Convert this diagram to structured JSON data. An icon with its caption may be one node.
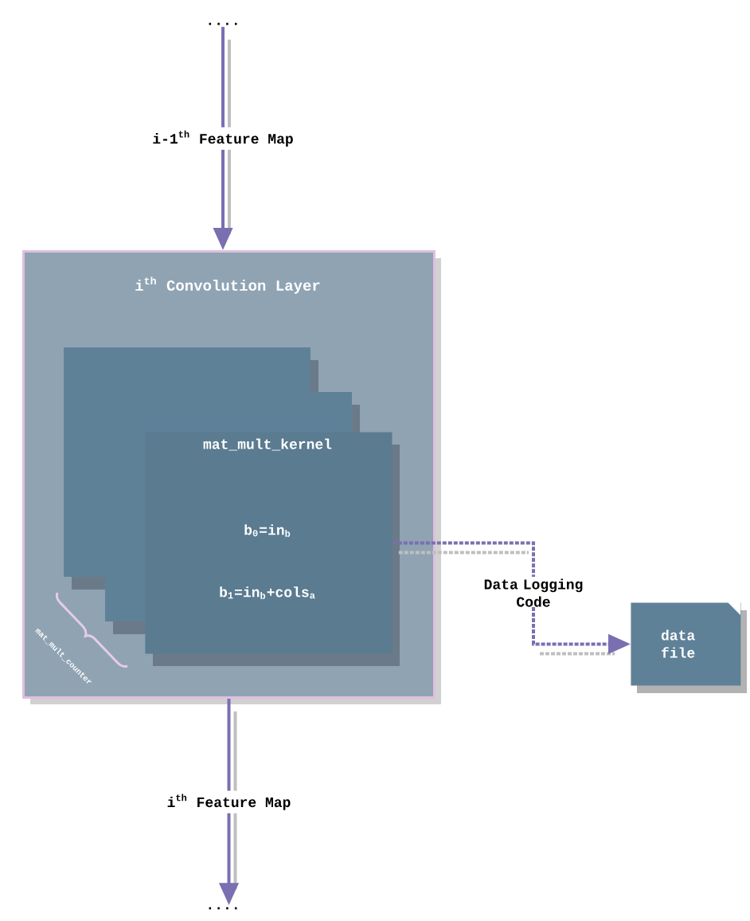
{
  "diagram": {
    "nodes": [
      {
        "text": [
          "...."
        ]
      },
      {
        "text": [
          "i$^{th}$ Convolution Layer"
        ]
      },
      {
        "text": [
          "mat_mult_kernel",
          "b$_{0}$=in$_{b}$",
          "b$_{1}$=in$_{b}$+cols$_{a}$"
        ],
        "in": 1
      },
      {
        "text": [
          "Data Logging Code"
        ]
      },
      {
        "text": [
          "data file"
        ]
      },
      {
        "text": [
          "...."
        ]
      }
    ],
    "edges": [
      {
        "from": 0,
        "to": 1,
        "arrow": "to",
        "label": "i-1$^{th}$ Feature Map"
      },
      {
        "from": 1,
        "to": 5,
        "arrow": "to",
        "label": "i$^{th}$ Feature Map"
      },
      {
        "from": 2,
        "to": 3,
        "arrow": "none",
        "style": "dashed"
      },
      {
        "from": 3,
        "to": 4,
        "arrow": "to",
        "style": "dashed"
      }
    ],
    "labels": [
      "mat_mult_counter"
    ]
  }
}
